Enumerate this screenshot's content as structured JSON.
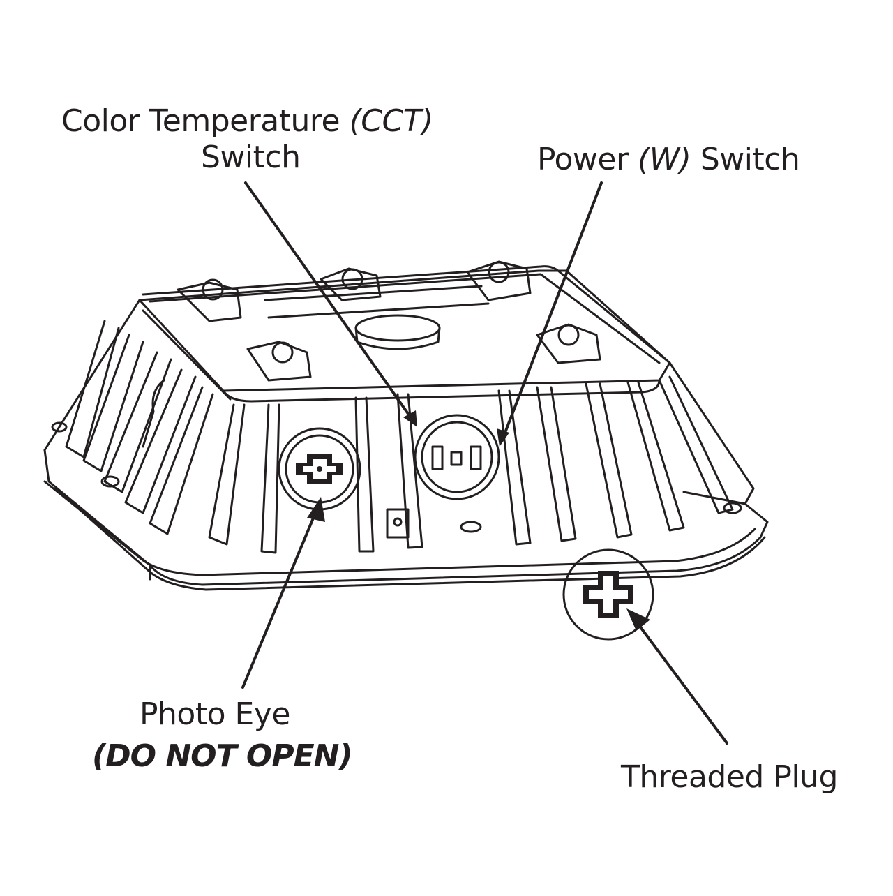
{
  "labels": {
    "cct": {
      "line1_main": "Color Temperature ",
      "line1_italic": "(CCT)",
      "line2": "Switch"
    },
    "power": {
      "main": "Power ",
      "italic": "(W)",
      "tail": " Switch"
    },
    "photo_eye": {
      "line1": "Photo Eye",
      "line2": "(DO NOT OPEN)"
    },
    "plug": {
      "text": "Threaded Plug"
    }
  },
  "colors": {
    "ink": "#231f20",
    "background": "#ffffff"
  }
}
